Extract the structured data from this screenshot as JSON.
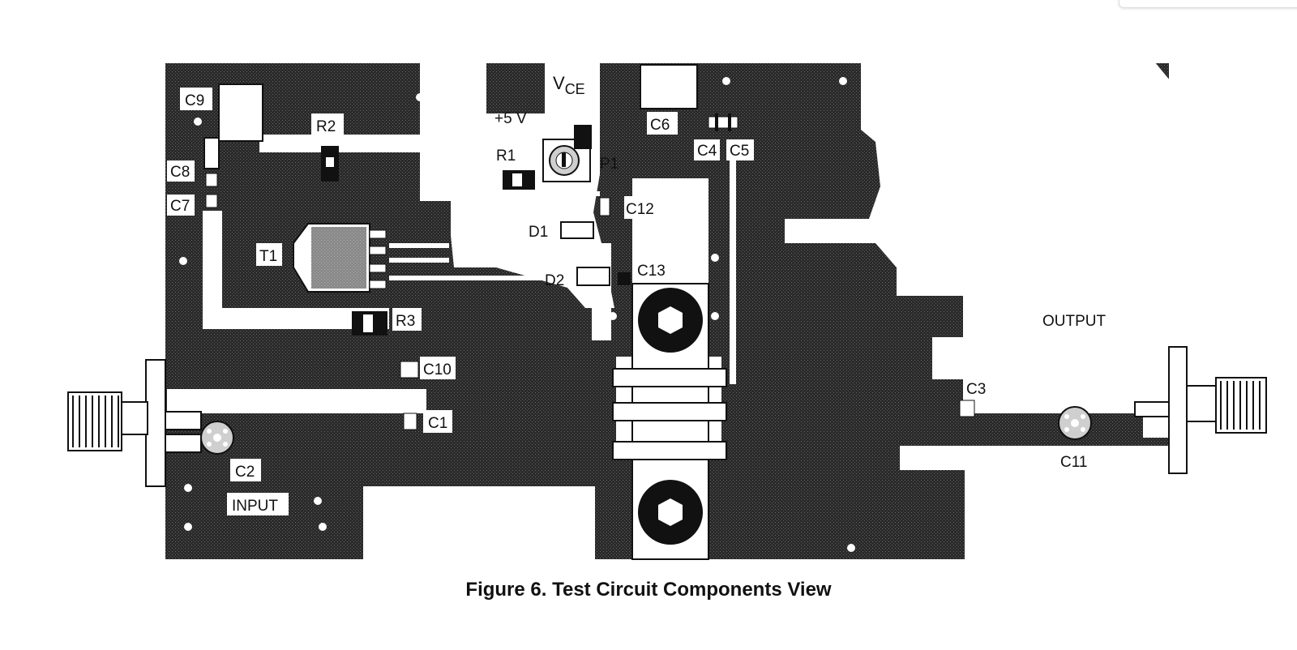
{
  "figure": {
    "caption": "Figure 6. Test Circuit Components View",
    "colors": {
      "ground": "#2c2c2c",
      "trace": "#ffffff",
      "board_bg": "#ffffff"
    }
  },
  "labels": {
    "c9": "C9",
    "r2": "R2",
    "vce": "V",
    "vce_sub": "CE",
    "plus5v": "+5 V",
    "r1": "R1",
    "p1": "P1",
    "c6": "C6",
    "c4": "C4",
    "c5": "C5",
    "c8": "C8",
    "c7": "C7",
    "t1": "T1",
    "c12": "C12",
    "d1": "D1",
    "d2": "D2",
    "c13": "C13",
    "r3": "R3",
    "c10": "C10",
    "c1": "C1",
    "c2": "C2",
    "input": "INPUT",
    "c3": "C3",
    "c11": "C11",
    "output": "OUTPUT"
  }
}
